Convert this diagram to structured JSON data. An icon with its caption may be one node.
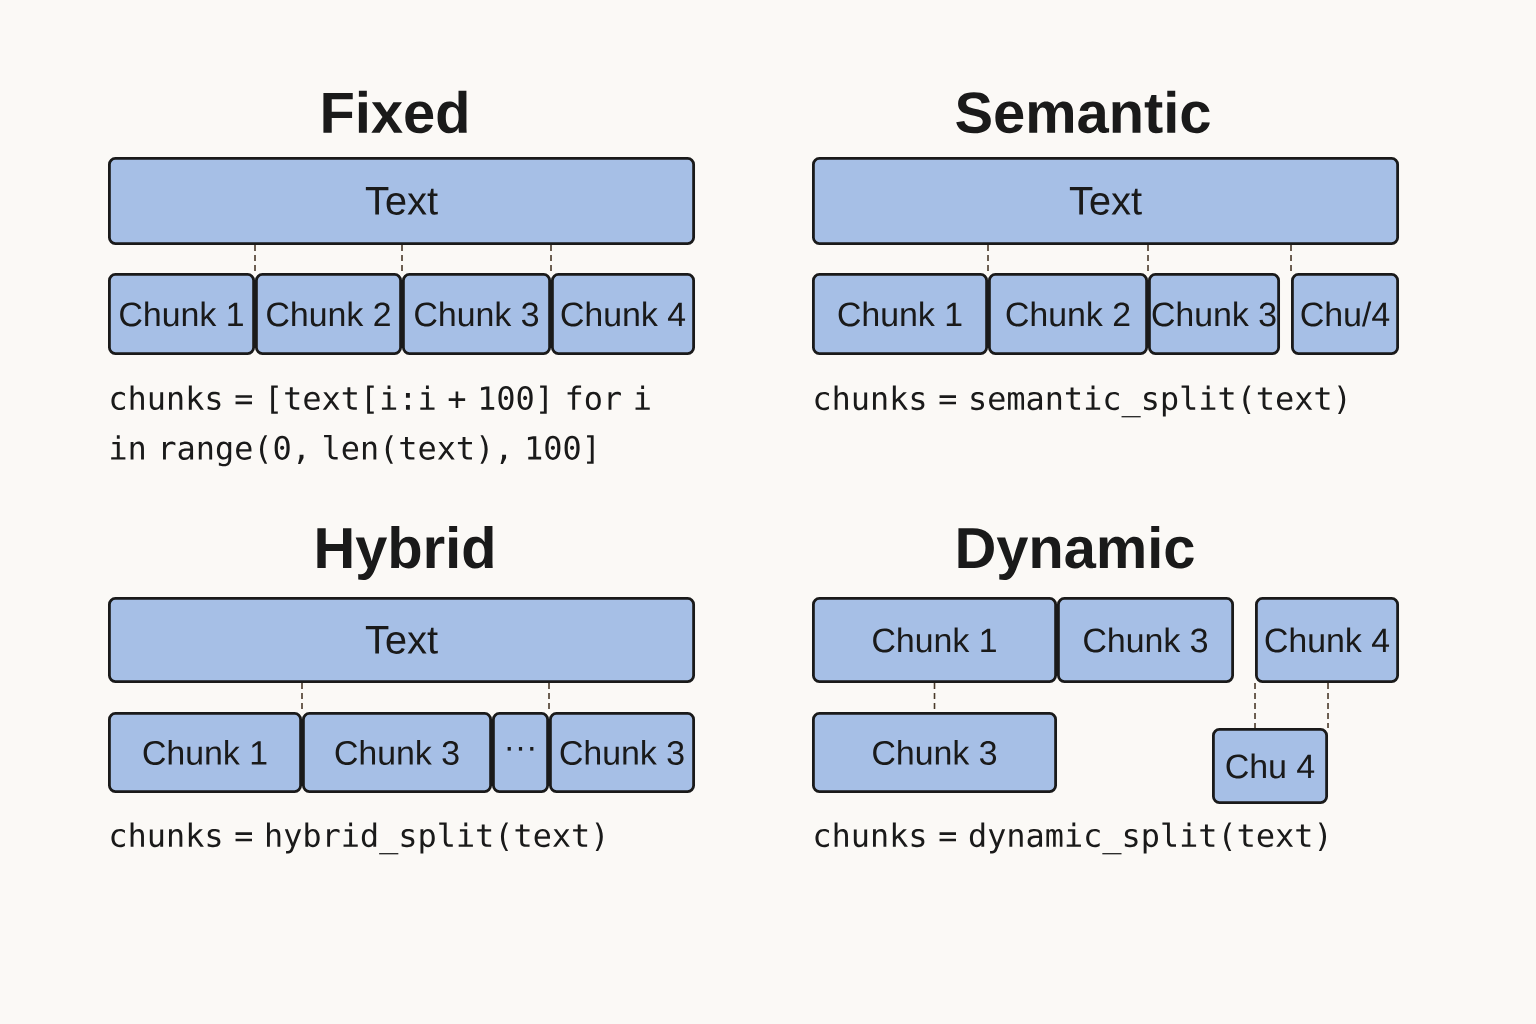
{
  "diagram": {
    "nodes": [
      {
        "text": [
          "Text"
        ]
      },
      {
        "text": [
          "Chunk 1"
        ]
      },
      {
        "text": [
          "Chunk 2"
        ]
      },
      {
        "text": [
          "Chunk 3"
        ]
      },
      {
        "text": [
          "Chunk 4"
        ]
      },
      {
        "text": [
          "Text"
        ]
      },
      {
        "text": [
          "Chunk 1"
        ]
      },
      {
        "text": [
          "Chunk 2"
        ]
      },
      {
        "text": [
          "Chunk 3"
        ]
      },
      {
        "text": [
          "Chu/4"
        ]
      },
      {
        "text": [
          "Text"
        ]
      },
      {
        "text": [
          "Chunk 1"
        ]
      },
      {
        "text": [
          "Chunk 3"
        ]
      },
      {
        "text": [
          "···"
        ]
      },
      {
        "text": [
          "Chunk 3"
        ]
      },
      {
        "text": [
          "Chunk 1"
        ]
      },
      {
        "text": [
          "Chunk 3"
        ]
      },
      {
        "text": [
          "Chunk 4"
        ]
      },
      {
        "text": [
          "Chunk 3"
        ]
      },
      {
        "text": [
          "Chu 4"
        ]
      }
    ],
    "edges": [
      {
        "from": 0,
        "to": 2,
        "arrow": "none",
        "style": "dashed"
      },
      {
        "from": 0,
        "to": 3,
        "arrow": "none",
        "style": "dashed"
      },
      {
        "from": 0,
        "to": 4,
        "arrow": "none",
        "style": "dashed"
      },
      {
        "from": 5,
        "to": 7,
        "arrow": "none",
        "style": "dashed"
      },
      {
        "from": 5,
        "to": 8,
        "arrow": "none",
        "style": "dashed"
      },
      {
        "from": 5,
        "to": 9,
        "arrow": "none",
        "style": "dashed"
      },
      {
        "from": 10,
        "to": 12,
        "arrow": "none",
        "style": "dashed"
      },
      {
        "from": 10,
        "to": 14,
        "arrow": "none",
        "style": "dashed"
      },
      {
        "from": 15,
        "to": 18,
        "arrow": "none",
        "style": "dashed"
      },
      {
        "from": 17,
        "to": 19,
        "arrow": "none",
        "style": "dashed"
      },
      {
        "from": 17,
        "to": 19,
        "arrow": "none",
        "style": "dashed"
      }
    ],
    "labels": [
      "Fixed",
      "Semantic",
      "chunks = [text[i:i + 100] for i in range(0, len(text), 100]",
      "chunks = semantic_split(text)",
      "Hybrid",
      "Dynamic",
      "chunks = hybrid_split(text)",
      "chunks = dynamic_split(text)"
    ]
  }
}
